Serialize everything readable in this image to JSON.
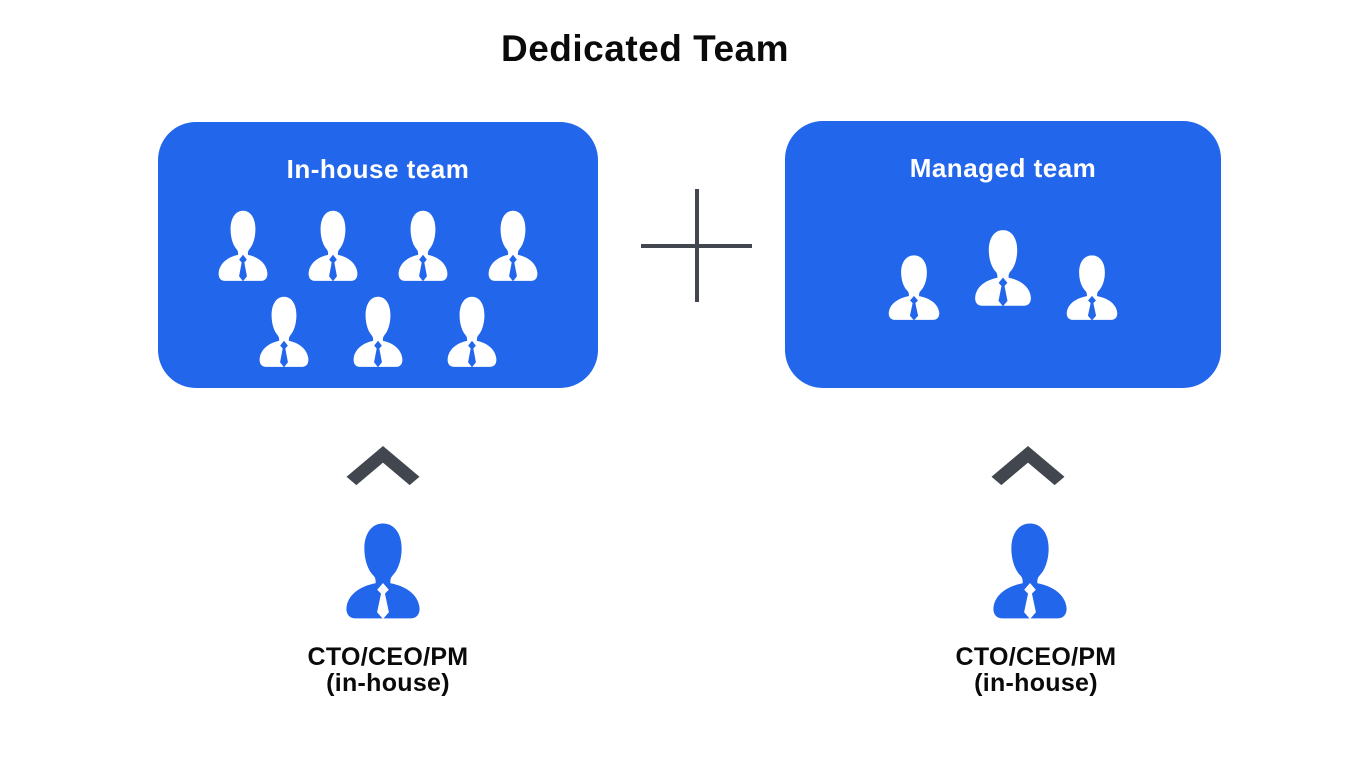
{
  "page": {
    "title": "Dedicated Team"
  },
  "colors": {
    "primary_blue": "#2266EB",
    "icon_white": "#FFFFFF",
    "connector_gray": "#42474F",
    "text_black": "#0A0A0A",
    "background": "#FFFFFF"
  },
  "teams": {
    "in_house": {
      "label": "In-house team",
      "member_rows": [
        4,
        3
      ]
    },
    "managed": {
      "label": "Managed team",
      "member_rows": [
        3
      ]
    }
  },
  "managers": {
    "in_house": {
      "line1": "CTO/CEO/PM",
      "line2": "(in-house)"
    },
    "managed": {
      "line1": "CTO/CEO/PM",
      "line2": "(in-house)"
    }
  },
  "icons": {
    "member": "person-bust-tie-icon",
    "manager": "person-bust-tie-icon",
    "arrow": "chevron-up-icon",
    "connector": "plus-icon"
  }
}
